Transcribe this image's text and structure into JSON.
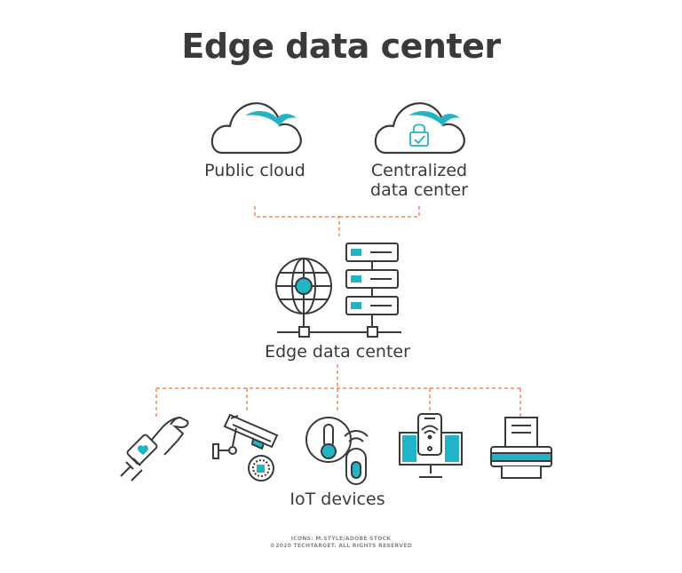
{
  "title": "Edge data center",
  "nodes": {
    "public_cloud": "Public cloud",
    "centralized_data_center": "Centralized\ndata center",
    "edge_data_center": "Edge data center",
    "iot_devices": "IoT devices"
  },
  "credits": {
    "line1": "ICONS: M.STYLE/ADOBE STOCK",
    "line2": "©2020 TECHTARGET. ALL RIGHTS RESERVED"
  },
  "colors": {
    "outline": "#3a3a3a",
    "accent": "#22b3c4",
    "connector": "#f08a5d"
  },
  "icons": [
    "cloud-icon",
    "cloud-lock-icon",
    "globe-icon",
    "server-rack-icon",
    "smartwatch-hand-icon",
    "security-camera-icon",
    "smart-thermostat-icon",
    "smartphone-monitor-icon",
    "printer-icon"
  ]
}
